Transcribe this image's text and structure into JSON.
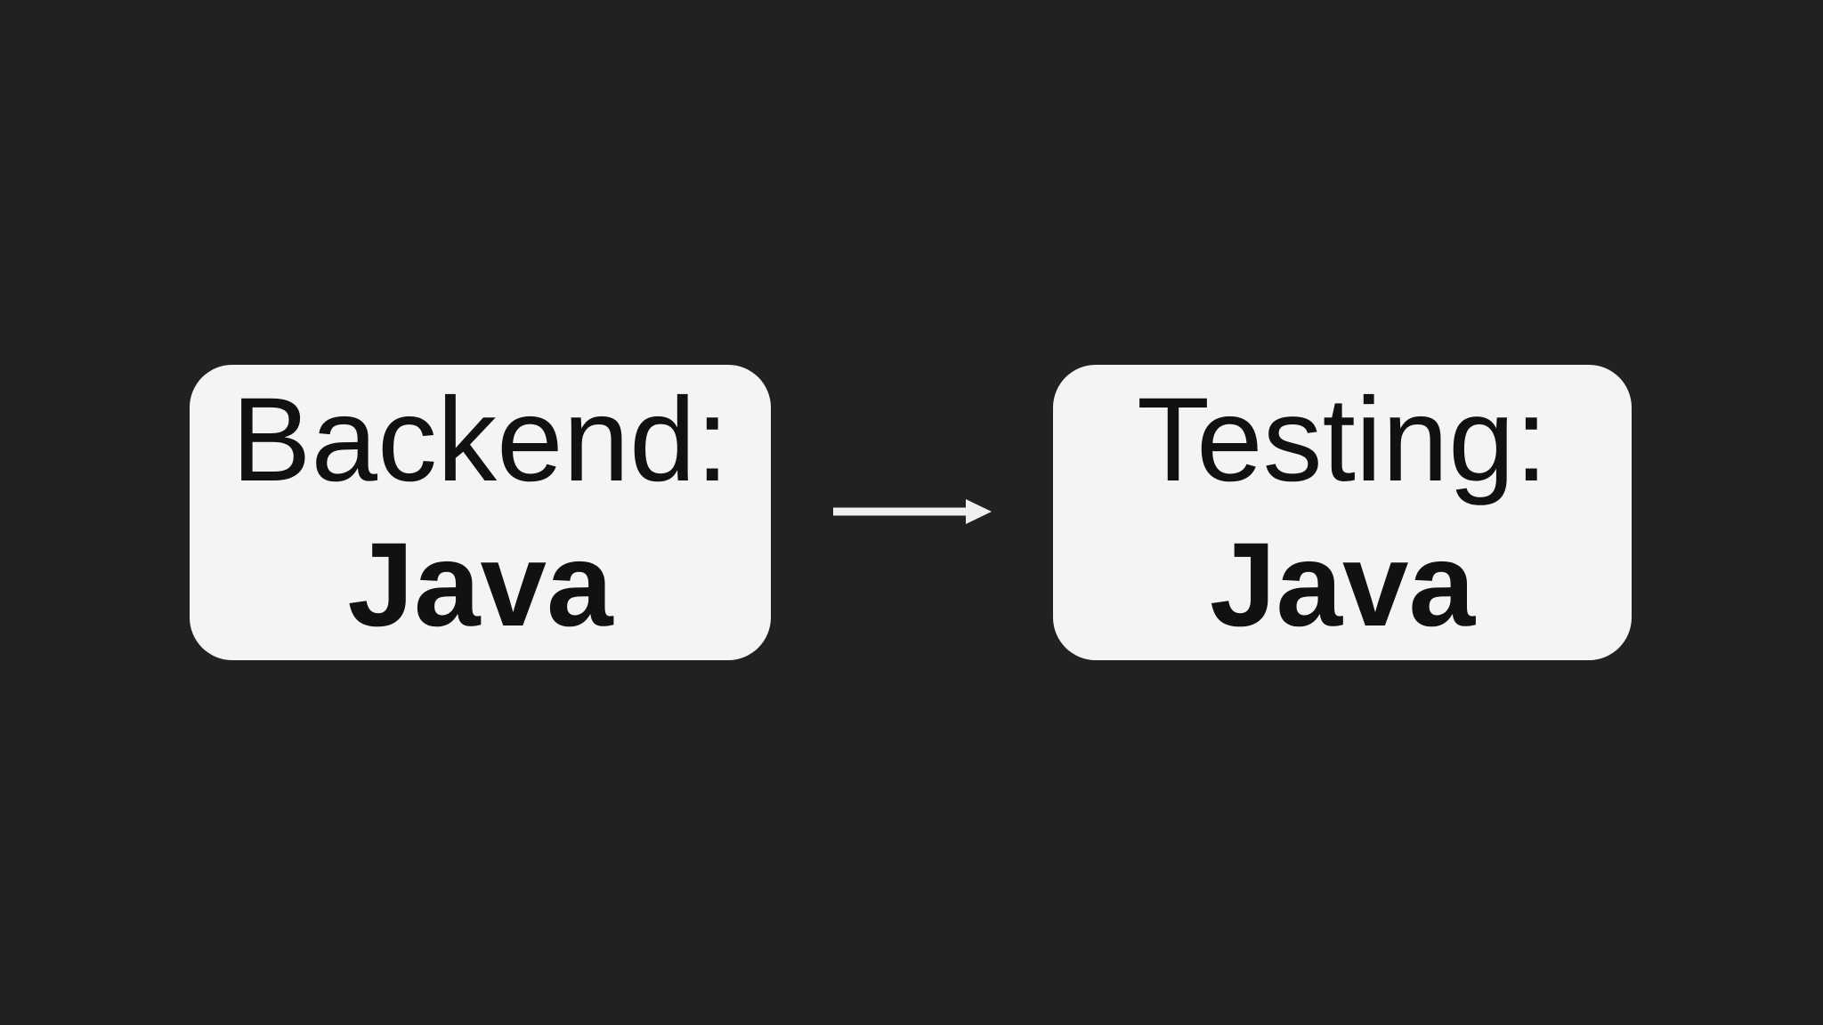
{
  "diagram": {
    "background_color": "#222121",
    "node_fill_color": "#f4f4f3",
    "node_text_color": "#111111",
    "arrow_color": "#f1f0ef",
    "nodes": [
      {
        "id": "backend",
        "title": "Backend:",
        "subtitle": "Java"
      },
      {
        "id": "testing",
        "title": "Testing:",
        "subtitle": "Java"
      }
    ],
    "edges": [
      {
        "from": "backend",
        "to": "testing",
        "direction": "right",
        "icon": "arrow-right-icon"
      }
    ]
  }
}
